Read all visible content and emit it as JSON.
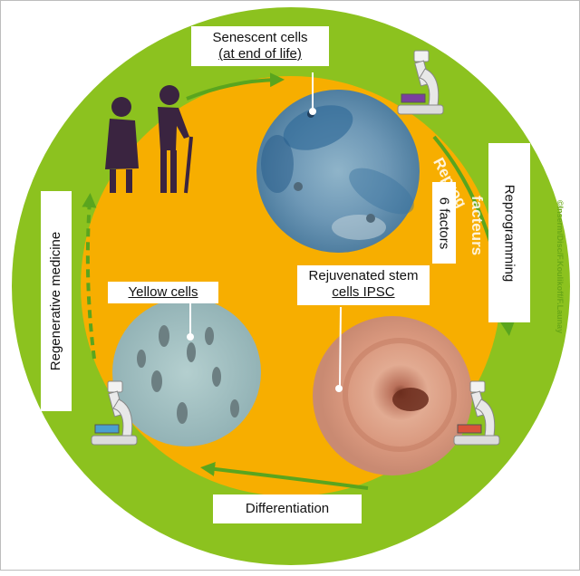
{
  "labels": {
    "senescent_line1": "Senescent cells",
    "senescent_line2": "(at end of life)",
    "reprogramming": "Reprogramming",
    "six_factors": "6 factors",
    "rejuvenated_line1": "Rejuvenated stem",
    "rejuvenated_line2": "cells IPSC",
    "yellow_cells": "Yellow cells",
    "regenerative_medicine": "Regenerative medicine",
    "differentiation": "Differentiation"
  },
  "background_text": {
    "reprog_fragment": "Reprog",
    "facteurs_fragment": "facteurs"
  },
  "credit": "©Inserm/Disc/F.Koulikoff/F.Launay",
  "colors": {
    "outer_ring": "#8cc21f",
    "inner_disc": "#f7ae00",
    "arrow": "#5aa51e",
    "senescent_stain": "#3f7eac",
    "ipsc_tissue": "#d89a80",
    "yellow_cells_tissue": "#a9c6c6",
    "elderly_silhouette": "#3a2440"
  },
  "icons": [
    "elderly-couple-icon",
    "microscope-icon",
    "microscope-icon",
    "microscope-icon"
  ]
}
